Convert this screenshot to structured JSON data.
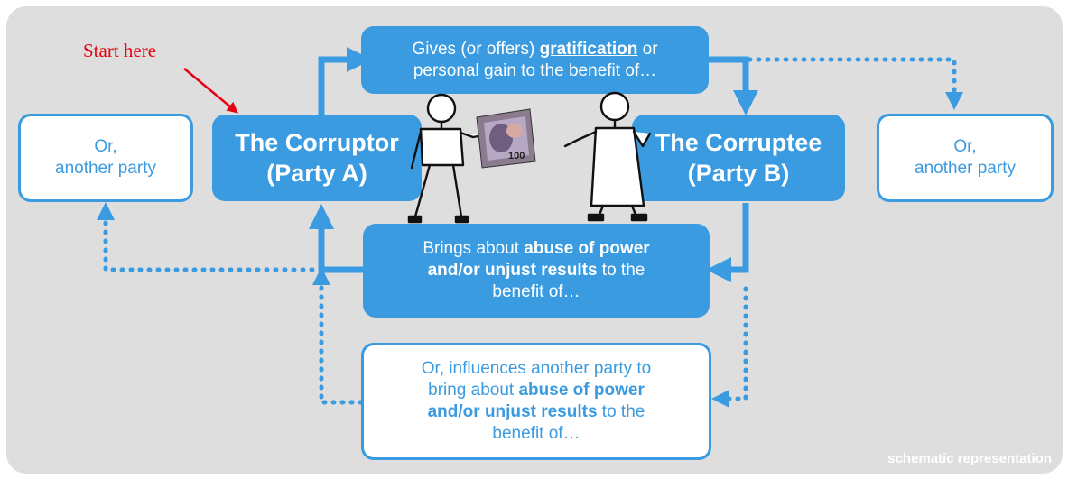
{
  "start_label": "Start here",
  "corruptor": {
    "line1": "The Corruptor",
    "line2": "(Party A)"
  },
  "corruptee": {
    "line1": "The Corruptee",
    "line2": "(Party B)"
  },
  "left_other": {
    "line1": "Or,",
    "line2": "another party"
  },
  "right_other": {
    "line1": "Or,",
    "line2": "another party"
  },
  "gives": {
    "t1": "Gives (or offers) ",
    "t2": "gratification",
    "t3": " or",
    "t4": "personal gain to the benefit of…"
  },
  "brings": {
    "t1": "Brings about ",
    "t2": "abuse of power",
    "t3": "and/or unjust results",
    "t4": " to the",
    "t5": "benefit of…"
  },
  "influences": {
    "t1": "Or, influences another party to",
    "t2": "bring about ",
    "t3": "abuse of power",
    "t4": "and/or unjust results",
    "t5": " to the",
    "t6": "benefit of…"
  },
  "banknote_number": "100",
  "footer": "schematic representation",
  "colors": {
    "accent": "#3a9be0",
    "panel": "#dedede",
    "start_text": "#e8000f"
  },
  "icons": [
    "stick-figure-corruptor",
    "stick-figure-corruptee",
    "banknote-icon",
    "red-arrow-icon"
  ]
}
